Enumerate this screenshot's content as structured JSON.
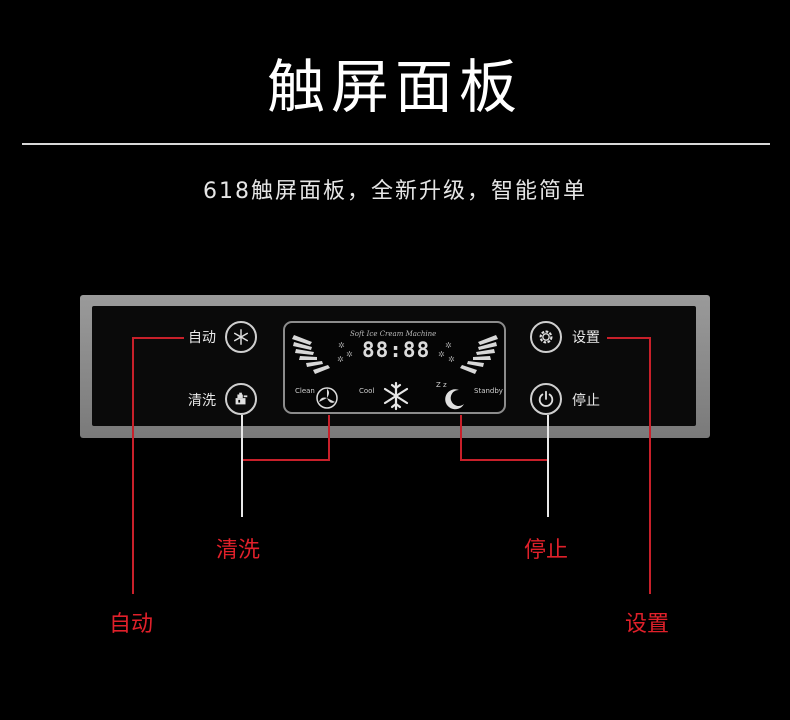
{
  "header": {
    "title": "触屏面板",
    "subtitle": "618触屏面板，全新升级，智能简单"
  },
  "panel": {
    "auto_label": "自动",
    "clean_label": "清洗",
    "settings_label": "设置",
    "stop_label": "停止",
    "display": {
      "brand": "Soft Ice Cream Machine",
      "digits": "88:88",
      "mode_clean": "Clean",
      "mode_cool": "Cool",
      "mode_standby": "Standby",
      "zz": "Z z"
    }
  },
  "callouts": {
    "clean": "清洗",
    "stop": "停止",
    "auto": "自动",
    "settings": "设置"
  },
  "colors": {
    "background": "#000000",
    "callout_red": "#e0202a",
    "callout_line": "#c8202a"
  },
  "icons": [
    "snowflake-icon",
    "faucet-icon",
    "gear-icon",
    "power-icon",
    "fan-icon",
    "moon-icon"
  ]
}
